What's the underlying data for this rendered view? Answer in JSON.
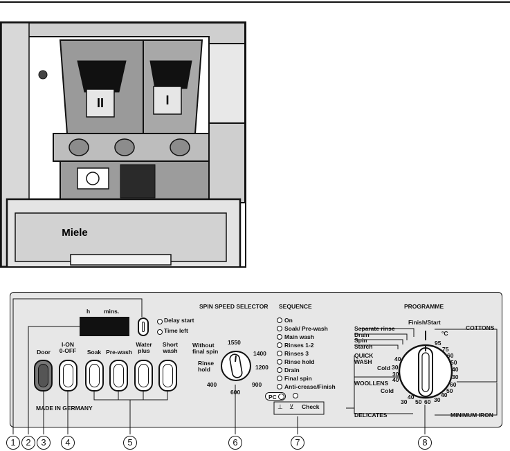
{
  "panel": {
    "display_labels": {
      "hours": "h",
      "minutes": "mins."
    },
    "delay_start": "Delay start",
    "time_left": "Time left",
    "buttons": {
      "door": "Door",
      "on_off": "I-ON\n0-OFF",
      "soak": "Soak",
      "pre_wash": "Pre-wash",
      "water_plus": "Water\nplus",
      "short_wash": "Short\nwash"
    },
    "made_in": "MADE IN GERMANY"
  },
  "spin_speed": {
    "title": "SPIN SPEED SELECTOR",
    "without_final_spin": "Without\nfinal spin",
    "rinse_hold": "Rinse\nhold",
    "speeds": [
      "400",
      "600",
      "900",
      "1200",
      "1400",
      "1550"
    ]
  },
  "sequence": {
    "title": "SEQUENCE",
    "items": [
      "On",
      "Soak/ Pre-wash",
      "Main wash",
      "Rinses 1-2",
      "Rinses 3",
      "Rinse hold",
      "Drain",
      "Final spin",
      "Anti-crease/Finish"
    ],
    "pc": "PC",
    "check": "Check"
  },
  "programme": {
    "title": "PROGRAMME",
    "finish_start": "Finish/Start",
    "degree": "°C",
    "separate_rinse": "Separate rinse",
    "drain": "Drain",
    "spin": "Spin",
    "starch": "Starch",
    "quick_wash": "QUICK\nWASH",
    "cold": "Cold",
    "woollens": "WOOLLENS",
    "cold2": "Cold",
    "delicates": "DELICATES",
    "cottons": "COTTONS",
    "minimum_iron": "MINIMUM IRON",
    "temps_left": [
      "40",
      "30",
      "40",
      "30"
    ],
    "temps_bottom_left": [
      "30",
      "40",
      "50"
    ],
    "temps_bottom": [
      "60",
      "30",
      "40"
    ],
    "temps_right": [
      "95",
      "75",
      "60",
      "50",
      "40",
      "30",
      "60",
      "50"
    ]
  },
  "callouts": [
    "1",
    "2",
    "3",
    "4",
    "5",
    "6",
    "7",
    "8"
  ],
  "photo": {
    "brand": "Miele",
    "compartments": [
      "II",
      "I"
    ]
  }
}
